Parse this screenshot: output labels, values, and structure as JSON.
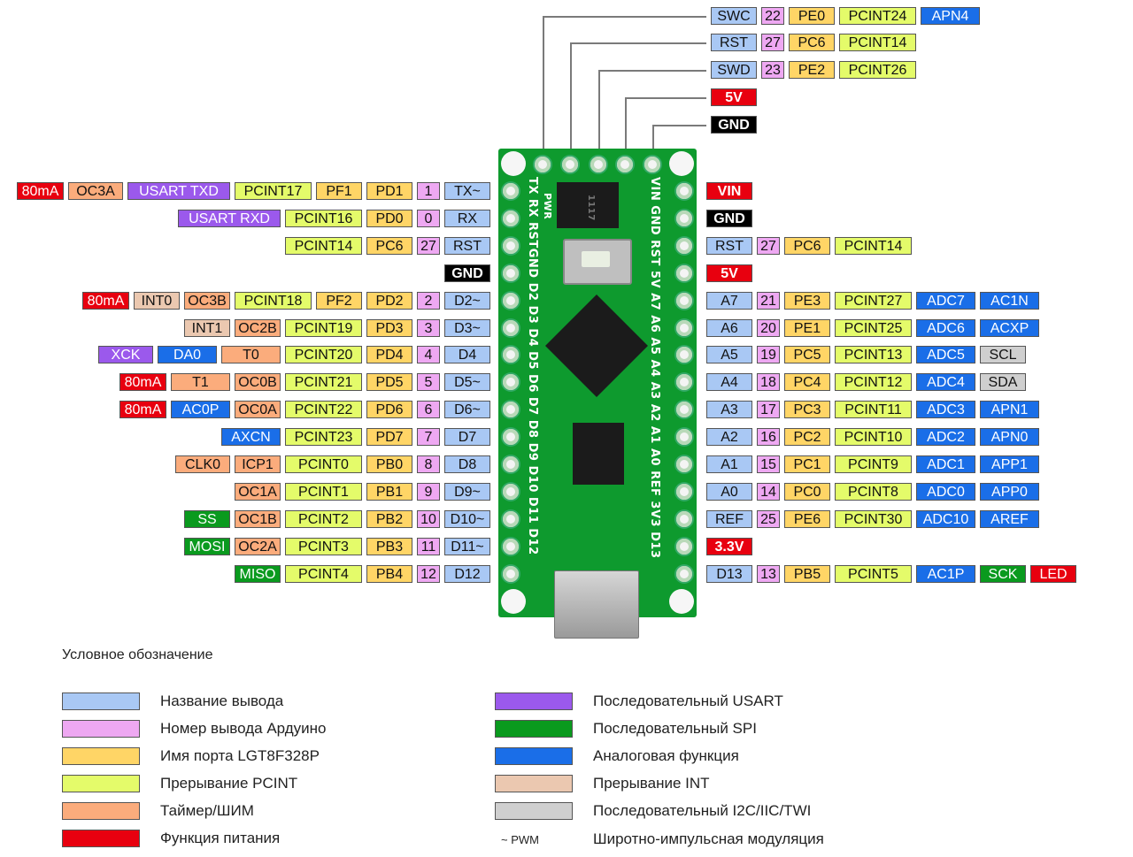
{
  "title": "LGT8F328P Nano pinout",
  "colors": {
    "pin_name": "#a9c8f4",
    "arduino_pin": "#eea8f2",
    "port": "#ffd566",
    "pcint": "#e4fb6a",
    "timer_pwm": "#fbac7c",
    "power": "#e8000f",
    "usart": "#9b59ec",
    "spi": "#0a9a1e",
    "analog": "#1a6ee8",
    "int": "#ebc8b0",
    "i2c": "#cfcfcf",
    "gnd": "#000000",
    "pcb": "#0e9a2e"
  },
  "top_pins": [
    {
      "labels": [
        {
          "t": "SWC",
          "c": "name"
        },
        {
          "t": "22",
          "c": "num"
        },
        {
          "t": "PE0",
          "c": "port"
        },
        {
          "t": "PCINT24",
          "c": "pcint"
        },
        {
          "t": "APN4",
          "c": "analog"
        }
      ]
    },
    {
      "labels": [
        {
          "t": "RST",
          "c": "name"
        },
        {
          "t": "27",
          "c": "num"
        },
        {
          "t": "PC6",
          "c": "port"
        },
        {
          "t": "PCINT14",
          "c": "pcint"
        }
      ]
    },
    {
      "labels": [
        {
          "t": "SWD",
          "c": "name"
        },
        {
          "t": "23",
          "c": "num"
        },
        {
          "t": "PE2",
          "c": "port"
        },
        {
          "t": "PCINT26",
          "c": "pcint"
        }
      ]
    },
    {
      "labels": [
        {
          "t": "5V",
          "c": "power"
        }
      ]
    },
    {
      "labels": [
        {
          "t": "GND",
          "c": "gnd"
        }
      ]
    }
  ],
  "left_pins": [
    {
      "labels": [
        {
          "t": "TX~",
          "c": "name"
        },
        {
          "t": "1",
          "c": "num"
        },
        {
          "t": "PD1",
          "c": "port"
        },
        {
          "t": "PF1",
          "c": "port"
        },
        {
          "t": "PCINT17",
          "c": "pcint"
        },
        {
          "t": "USART TXD",
          "c": "usart"
        },
        {
          "t": "OC3A",
          "c": "timer"
        },
        {
          "t": "80mA",
          "c": "pw"
        }
      ]
    },
    {
      "labels": [
        {
          "t": "RX",
          "c": "name"
        },
        {
          "t": "0",
          "c": "num"
        },
        {
          "t": "PD0",
          "c": "port"
        },
        {
          "t": "PCINT16",
          "c": "pcint"
        },
        {
          "t": "USART RXD",
          "c": "usart"
        }
      ]
    },
    {
      "labels": [
        {
          "t": "RST",
          "c": "name"
        },
        {
          "t": "27",
          "c": "num"
        },
        {
          "t": "PC6",
          "c": "port"
        },
        {
          "t": "PCINT14",
          "c": "pcint"
        }
      ]
    },
    {
      "labels": [
        {
          "t": "GND",
          "c": "gnd"
        }
      ]
    },
    {
      "labels": [
        {
          "t": "D2~",
          "c": "name"
        },
        {
          "t": "2",
          "c": "num"
        },
        {
          "t": "PD2",
          "c": "port"
        },
        {
          "t": "PF2",
          "c": "port"
        },
        {
          "t": "PCINT18",
          "c": "pcint"
        },
        {
          "t": "OC3B",
          "c": "timer"
        },
        {
          "t": "INT0",
          "c": "int"
        },
        {
          "t": "80mA",
          "c": "pw"
        }
      ]
    },
    {
      "labels": [
        {
          "t": "D3~",
          "c": "name"
        },
        {
          "t": "3",
          "c": "num"
        },
        {
          "t": "PD3",
          "c": "port"
        },
        {
          "t": "PCINT19",
          "c": "pcint"
        },
        {
          "t": "OC2B",
          "c": "timer"
        },
        {
          "t": "INT1",
          "c": "int"
        }
      ]
    },
    {
      "labels": [
        {
          "t": "D4",
          "c": "name"
        },
        {
          "t": "4",
          "c": "num"
        },
        {
          "t": "PD4",
          "c": "port"
        },
        {
          "t": "PCINT20",
          "c": "pcint"
        },
        {
          "t": "T0",
          "c": "timer"
        },
        {
          "t": "DA0",
          "c": "analog"
        },
        {
          "t": "XCK",
          "c": "usart"
        }
      ]
    },
    {
      "labels": [
        {
          "t": "D5~",
          "c": "name"
        },
        {
          "t": "5",
          "c": "num"
        },
        {
          "t": "PD5",
          "c": "port"
        },
        {
          "t": "PCINT21",
          "c": "pcint"
        },
        {
          "t": "OC0B",
          "c": "timer"
        },
        {
          "t": "T1",
          "c": "timer"
        },
        {
          "t": "80mA",
          "c": "pw"
        }
      ]
    },
    {
      "labels": [
        {
          "t": "D6~",
          "c": "name"
        },
        {
          "t": "6",
          "c": "num"
        },
        {
          "t": "PD6",
          "c": "port"
        },
        {
          "t": "PCINT22",
          "c": "pcint"
        },
        {
          "t": "OC0A",
          "c": "timer"
        },
        {
          "t": "AC0P",
          "c": "analog"
        },
        {
          "t": "80mA",
          "c": "pw"
        }
      ]
    },
    {
      "labels": [
        {
          "t": "D7",
          "c": "name"
        },
        {
          "t": "7",
          "c": "num"
        },
        {
          "t": "PD7",
          "c": "port"
        },
        {
          "t": "PCINT23",
          "c": "pcint"
        },
        {
          "t": "AXCN",
          "c": "analog"
        }
      ]
    },
    {
      "labels": [
        {
          "t": "D8",
          "c": "name"
        },
        {
          "t": "8",
          "c": "num"
        },
        {
          "t": "PB0",
          "c": "port"
        },
        {
          "t": "PCINT0",
          "c": "pcint"
        },
        {
          "t": "ICP1",
          "c": "timer"
        },
        {
          "t": "CLK0",
          "c": "timer"
        }
      ]
    },
    {
      "labels": [
        {
          "t": "D9~",
          "c": "name"
        },
        {
          "t": "9",
          "c": "num"
        },
        {
          "t": "PB1",
          "c": "port"
        },
        {
          "t": "PCINT1",
          "c": "pcint"
        },
        {
          "t": "OC1A",
          "c": "timer"
        }
      ]
    },
    {
      "labels": [
        {
          "t": "D10~",
          "c": "name"
        },
        {
          "t": "10",
          "c": "num"
        },
        {
          "t": "PB2",
          "c": "port"
        },
        {
          "t": "PCINT2",
          "c": "pcint"
        },
        {
          "t": "OC1B",
          "c": "timer"
        },
        {
          "t": "SS",
          "c": "spi"
        }
      ]
    },
    {
      "labels": [
        {
          "t": "D11~",
          "c": "name"
        },
        {
          "t": "11",
          "c": "num"
        },
        {
          "t": "PB3",
          "c": "port"
        },
        {
          "t": "PCINT3",
          "c": "pcint"
        },
        {
          "t": "OC2A",
          "c": "timer"
        },
        {
          "t": "MOSI",
          "c": "spi"
        }
      ]
    },
    {
      "labels": [
        {
          "t": "D12",
          "c": "name"
        },
        {
          "t": "12",
          "c": "num"
        },
        {
          "t": "PB4",
          "c": "port"
        },
        {
          "t": "PCINT4",
          "c": "pcint"
        },
        {
          "t": "MISO",
          "c": "spi"
        }
      ]
    }
  ],
  "right_pins": [
    {
      "labels": [
        {
          "t": "VIN",
          "c": "power"
        }
      ]
    },
    {
      "labels": [
        {
          "t": "GND",
          "c": "gnd"
        }
      ]
    },
    {
      "labels": [
        {
          "t": "RST",
          "c": "name"
        },
        {
          "t": "27",
          "c": "num"
        },
        {
          "t": "PC6",
          "c": "port"
        },
        {
          "t": "PCINT14",
          "c": "pcint"
        }
      ]
    },
    {
      "labels": [
        {
          "t": "5V",
          "c": "power"
        }
      ]
    },
    {
      "labels": [
        {
          "t": "A7",
          "c": "name"
        },
        {
          "t": "21",
          "c": "num"
        },
        {
          "t": "PE3",
          "c": "port"
        },
        {
          "t": "PCINT27",
          "c": "pcint"
        },
        {
          "t": "ADC7",
          "c": "analog"
        },
        {
          "t": "AC1N",
          "c": "analog"
        }
      ]
    },
    {
      "labels": [
        {
          "t": "A6",
          "c": "name"
        },
        {
          "t": "20",
          "c": "num"
        },
        {
          "t": "PE1",
          "c": "port"
        },
        {
          "t": "PCINT25",
          "c": "pcint"
        },
        {
          "t": "ADC6",
          "c": "analog"
        },
        {
          "t": "ACXP",
          "c": "analog"
        }
      ]
    },
    {
      "labels": [
        {
          "t": "A5",
          "c": "name"
        },
        {
          "t": "19",
          "c": "num"
        },
        {
          "t": "PC5",
          "c": "port"
        },
        {
          "t": "PCINT13",
          "c": "pcint"
        },
        {
          "t": "ADC5",
          "c": "analog"
        },
        {
          "t": "SCL",
          "c": "i2c"
        }
      ]
    },
    {
      "labels": [
        {
          "t": "A4",
          "c": "name"
        },
        {
          "t": "18",
          "c": "num"
        },
        {
          "t": "PC4",
          "c": "port"
        },
        {
          "t": "PCINT12",
          "c": "pcint"
        },
        {
          "t": "ADC4",
          "c": "analog"
        },
        {
          "t": "SDA",
          "c": "i2c"
        }
      ]
    },
    {
      "labels": [
        {
          "t": "A3",
          "c": "name"
        },
        {
          "t": "17",
          "c": "num"
        },
        {
          "t": "PC3",
          "c": "port"
        },
        {
          "t": "PCINT11",
          "c": "pcint"
        },
        {
          "t": "ADC3",
          "c": "analog"
        },
        {
          "t": "APN1",
          "c": "analog"
        }
      ]
    },
    {
      "labels": [
        {
          "t": "A2",
          "c": "name"
        },
        {
          "t": "16",
          "c": "num"
        },
        {
          "t": "PC2",
          "c": "port"
        },
        {
          "t": "PCINT10",
          "c": "pcint"
        },
        {
          "t": "ADC2",
          "c": "analog"
        },
        {
          "t": "APN0",
          "c": "analog"
        }
      ]
    },
    {
      "labels": [
        {
          "t": "A1",
          "c": "name"
        },
        {
          "t": "15",
          "c": "num"
        },
        {
          "t": "PC1",
          "c": "port"
        },
        {
          "t": "PCINT9",
          "c": "pcint"
        },
        {
          "t": "ADC1",
          "c": "analog"
        },
        {
          "t": "APP1",
          "c": "analog"
        }
      ]
    },
    {
      "labels": [
        {
          "t": "A0",
          "c": "name"
        },
        {
          "t": "14",
          "c": "num"
        },
        {
          "t": "PC0",
          "c": "port"
        },
        {
          "t": "PCINT8",
          "c": "pcint"
        },
        {
          "t": "ADC0",
          "c": "analog"
        },
        {
          "t": "APP0",
          "c": "analog"
        }
      ]
    },
    {
      "labels": [
        {
          "t": "REF",
          "c": "name"
        },
        {
          "t": "25",
          "c": "num"
        },
        {
          "t": "PE6",
          "c": "port"
        },
        {
          "t": "PCINT30",
          "c": "pcint"
        },
        {
          "t": "ADC10",
          "c": "analog"
        },
        {
          "t": "AREF",
          "c": "analog"
        }
      ]
    },
    {
      "labels": [
        {
          "t": "3.3V",
          "c": "power"
        }
      ]
    },
    {
      "labels": [
        {
          "t": "D13",
          "c": "name"
        },
        {
          "t": "13",
          "c": "num"
        },
        {
          "t": "PB5",
          "c": "port"
        },
        {
          "t": "PCINT5",
          "c": "pcint"
        },
        {
          "t": "AC1P",
          "c": "analog"
        },
        {
          "t": "SCK",
          "c": "spi"
        },
        {
          "t": "LED",
          "c": "pw"
        }
      ]
    }
  ],
  "board_silk": {
    "left": "TX RX RSTGND D2 D3 D4 D5 D6 D7 D8 D9 D10 D11 D12",
    "right": "VIN GND RST 5V A7 A6 A5 A4 A3 A2 A1 A0 REF 3V3 D13",
    "pwr": "PWR",
    "regulator": "1117"
  },
  "legend": {
    "title": "Условное обозначение",
    "items": [
      {
        "color_key": "pin_name",
        "text": "Название вывода"
      },
      {
        "color_key": "arduino_pin",
        "text": "Номер вывода Ардуино"
      },
      {
        "color_key": "port",
        "text": "Имя порта LGT8F328P"
      },
      {
        "color_key": "pcint",
        "text": "Прерывание PCINT"
      },
      {
        "color_key": "timer_pwm",
        "text": "Таймер/ШИМ"
      },
      {
        "color_key": "power",
        "text": "Функция питания"
      },
      {
        "color_key": "usart",
        "text": "Последовательный USART"
      },
      {
        "color_key": "spi",
        "text": "Последовательный SPI"
      },
      {
        "color_key": "analog",
        "text": "Аналоговая функция"
      },
      {
        "color_key": "int",
        "text": "Прерывание INT"
      },
      {
        "color_key": "i2c",
        "text": "Последовательный I2C/IIC/TWI"
      }
    ],
    "pwm_symbol": "~ PWM",
    "pwm_text": "Широтно-импульсная модуляция"
  }
}
